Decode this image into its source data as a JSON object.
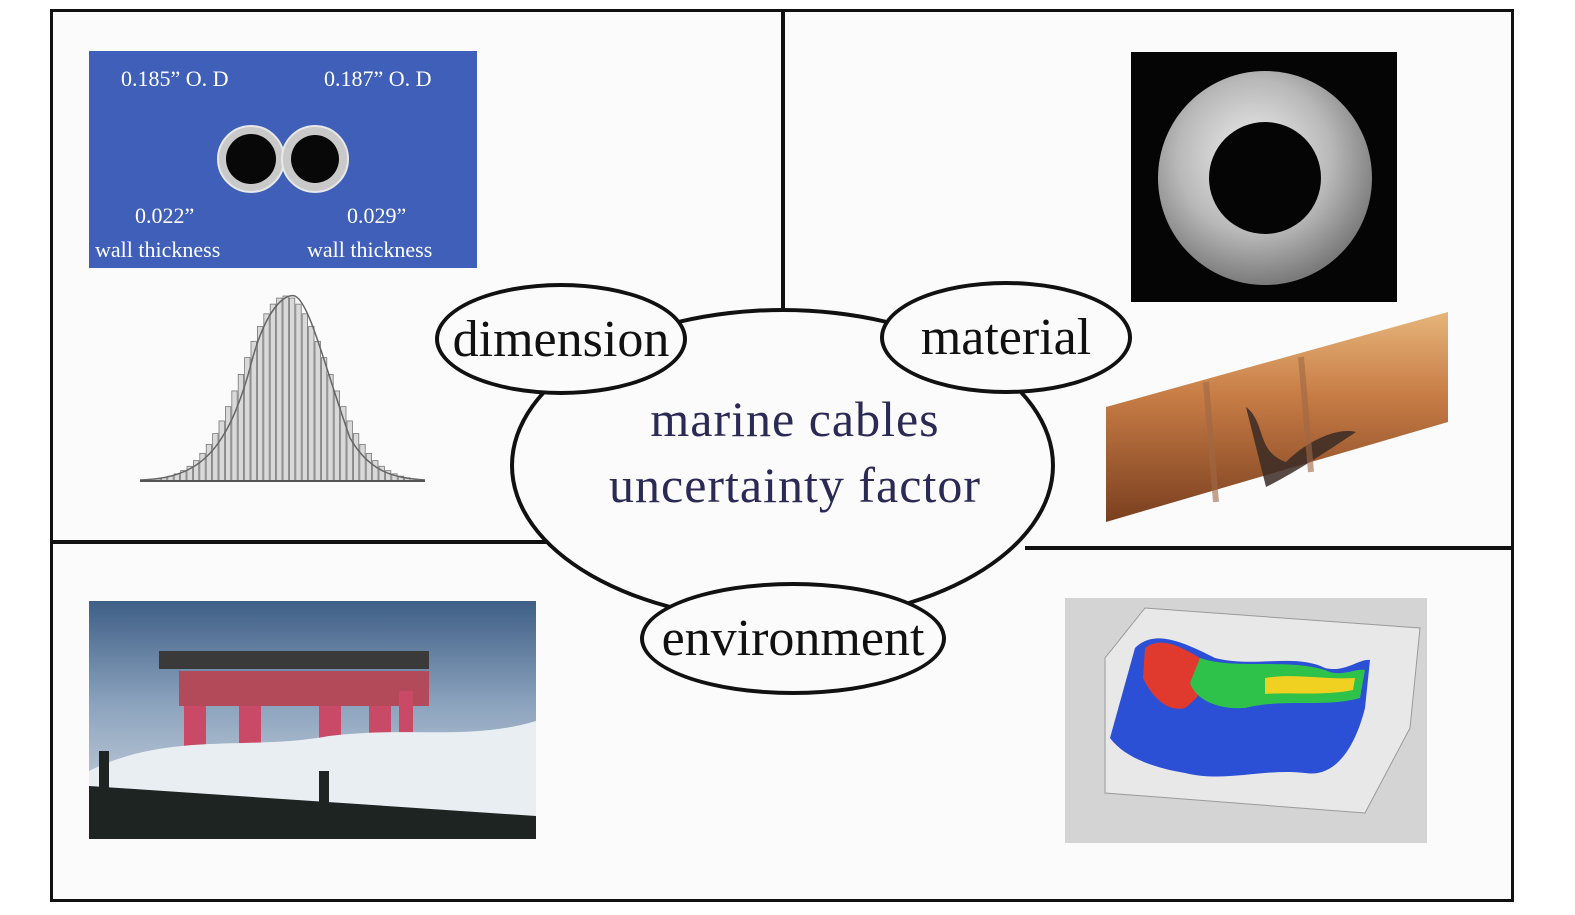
{
  "center": {
    "line1": "marine cables",
    "line2": "uncertainty factor"
  },
  "factors": {
    "dimension": "dimension",
    "material": "material",
    "environment": "environment"
  },
  "tube_photo": {
    "od_left": "0.185” O. D",
    "od_right": "0.187” O. D",
    "wall_left_value": "0.022”",
    "wall_left_label": "wall thickness",
    "wall_right_value": "0.029”",
    "wall_right_label": "wall thickness"
  },
  "colors": {
    "accent_text": "#2a2a55",
    "tube_panel_bg": "#3f5fb8",
    "frame": "#111111"
  }
}
